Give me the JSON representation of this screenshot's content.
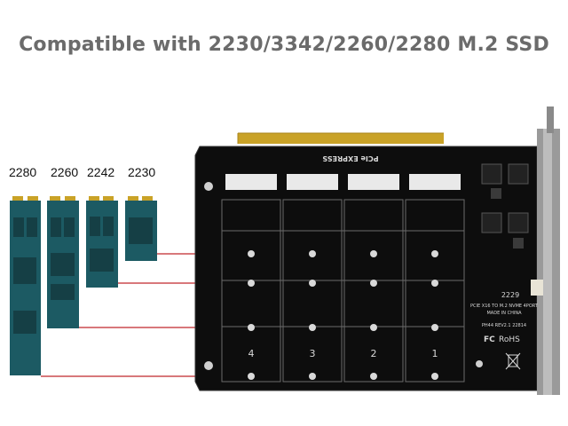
{
  "headline": "Compatible with 2230/3342/2260/2280 M.2 SSD",
  "ssd_sizes": [
    "2280",
    "2260",
    "2242",
    "2230"
  ],
  "board": {
    "brand_top": "PCIe EXPRESS",
    "slot_numbers": [
      "4",
      "3",
      "2",
      "1"
    ],
    "silkscreen_model": "PH44 REV2.1 22814",
    "silkscreen_desc": "PCIE X16 TO M.2 NVME 4PORT",
    "made_in": "MADE IN CHINA",
    "rohs": "RoHS",
    "fc": "FC",
    "colors": {
      "pcb": "#0d0d0d",
      "gold": "#c9a227",
      "pcb_ssd": "#1c5a63",
      "line": "#c0282c"
    }
  }
}
